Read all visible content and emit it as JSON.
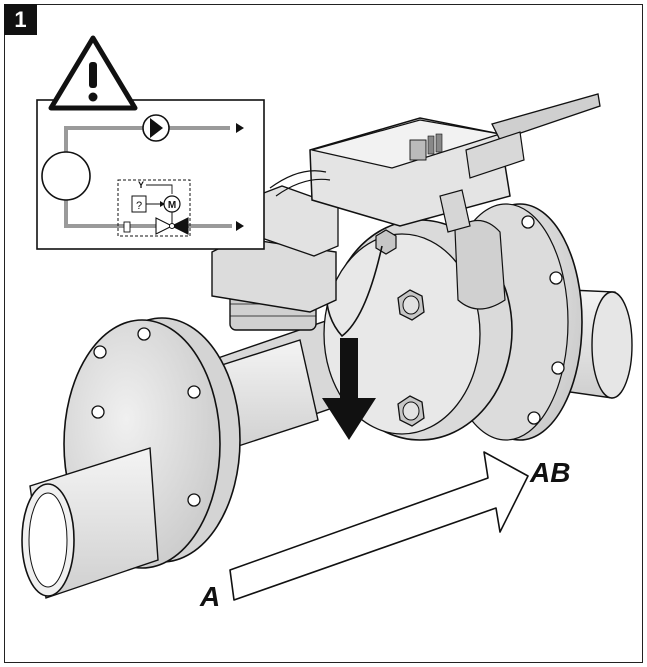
{
  "step": {
    "number": "1"
  },
  "labels": {
    "inlet": "A",
    "outlet": "AB",
    "schematic_setpoint": "Y",
    "schematic_controller": "?",
    "schematic_motor": "M"
  },
  "colors": {
    "line": "#111111",
    "pipe_grey": "#9a9a9a",
    "body_fill": "#e6e6e6",
    "shade": "#c8c8c8"
  },
  "icons": [
    "warning-icon",
    "pump-icon",
    "motor-icon",
    "flow-arrow-icon",
    "install-direction-arrow-icon"
  ]
}
